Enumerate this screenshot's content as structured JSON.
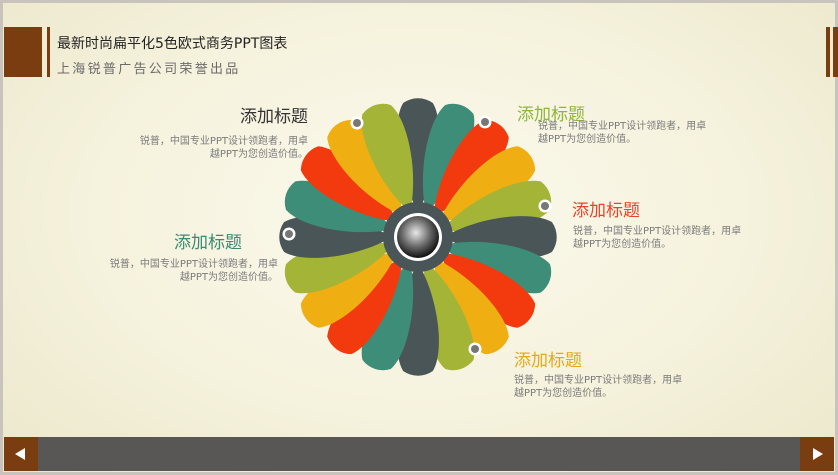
{
  "header": {
    "title": "最新时尚扁平化5色欧式商务PPT图表",
    "subtitle": "上海锐普广告公司荣誉出品"
  },
  "colors": {
    "brand": "#7a3d10",
    "dark_slate": "#4a5558",
    "teal": "#3e8d78",
    "red_orange": "#f23a0e",
    "amber": "#efae12",
    "olive_green": "#a3b437"
  },
  "petal_colors": [
    "#4a5558",
    "#3e8d78",
    "#f23a0e",
    "#efae12",
    "#a3b437",
    "#4a5558",
    "#3e8d78",
    "#f23a0e",
    "#efae12",
    "#a3b437",
    "#4a5558",
    "#3e8d78",
    "#f23a0e",
    "#efae12",
    "#a3b437",
    "#4a5558",
    "#3e8d78",
    "#f23a0e",
    "#efae12",
    "#a3b437"
  ],
  "blocks": [
    {
      "heading": "添加标题",
      "heading_color": "#333333",
      "desc_line1": "锐普，中国专业PPT设计领跑者，用卓",
      "desc_line2": "越PPT为您创造价值。"
    },
    {
      "heading": "添加标题",
      "heading_color": "#8fb63a",
      "desc_line1": "锐普，中国专业PPT设计领跑者，用卓",
      "desc_line2": "越PPT为您创造价值。"
    },
    {
      "heading": "添加标题",
      "heading_color": "#e7452a",
      "desc_line1": "锐普，中国专业PPT设计领跑者，用卓",
      "desc_line2": "越PPT为您创造价值。"
    },
    {
      "heading": "添加标题",
      "heading_color": "#3b8a74",
      "desc_line1": "锐普，中国专业PPT设计领跑者，用卓",
      "desc_line2": "越PPT为您创造价值。"
    },
    {
      "heading": "添加标题",
      "heading_color": "#e5a81c",
      "desc_line1": "锐普，中国专业PPT设计领跑者，用卓",
      "desc_line2": "越PPT为您创造价值。"
    }
  ],
  "nav": {
    "prev_icon": "triangle-left-icon",
    "next_icon": "triangle-right-icon"
  }
}
